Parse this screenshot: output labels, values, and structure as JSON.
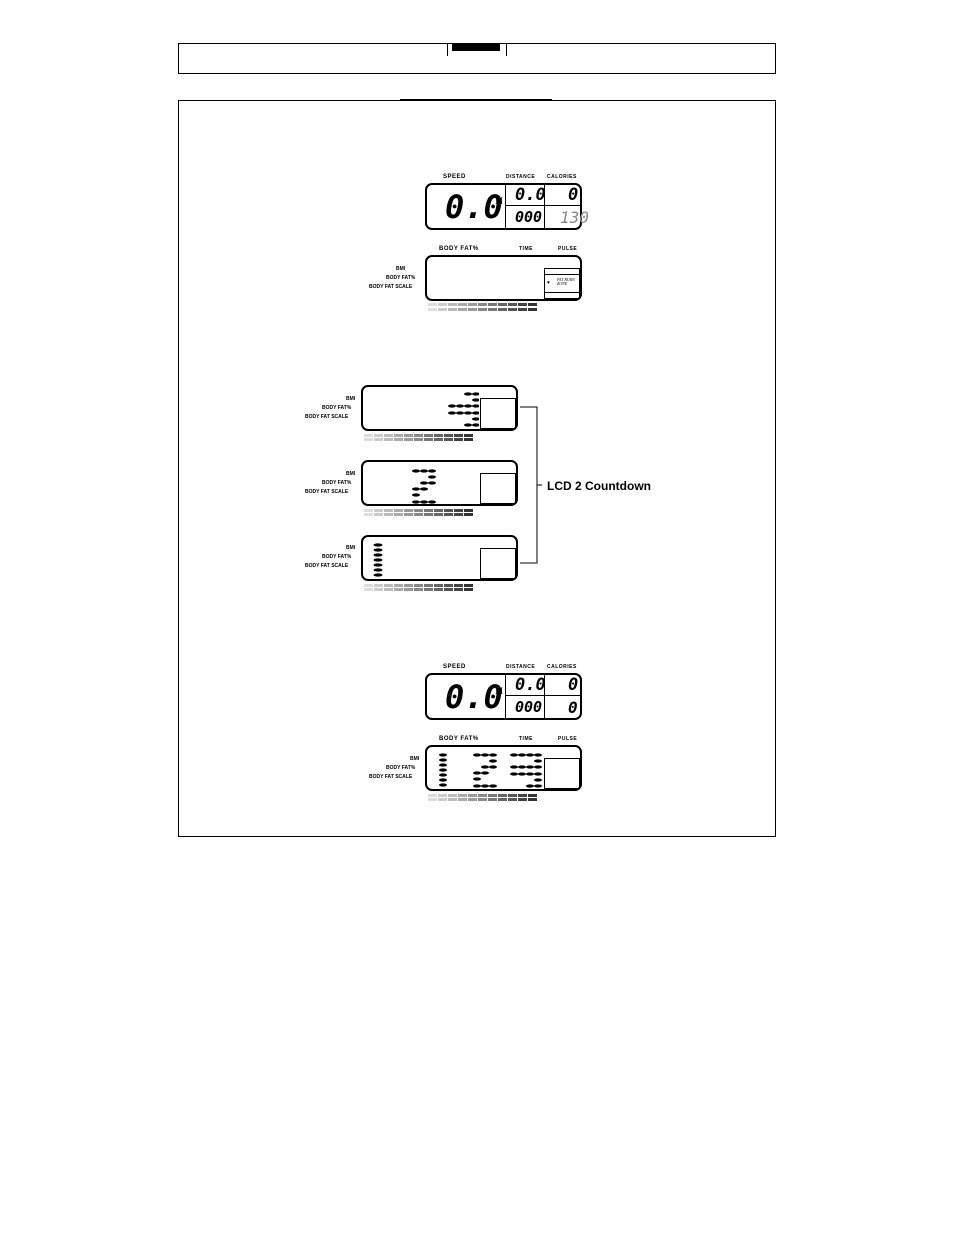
{
  "lcd_labels": {
    "speed": "SPEED",
    "distance": "DISTANCE",
    "calories": "CALORIES",
    "body_fat": "BODY FAT%",
    "time": "TIME",
    "pulse": "PULSE",
    "bmi": "BMI",
    "body_fat_pct": "BODY FAT%",
    "body_fat_scale": "BODY FAT SCALE",
    "unit_m": "M",
    "fat_burn_zone": "FAT BURN ZONE"
  },
  "display1": {
    "speed": "0.0",
    "distance": "0.0",
    "calories": "0",
    "time": "000",
    "pulse": "130"
  },
  "display2": {
    "speed": "0.0",
    "distance": "0.0",
    "calories": "0",
    "time": "000",
    "pulse": "0"
  },
  "countdown": {
    "label": "LCD 2 Countdown"
  }
}
